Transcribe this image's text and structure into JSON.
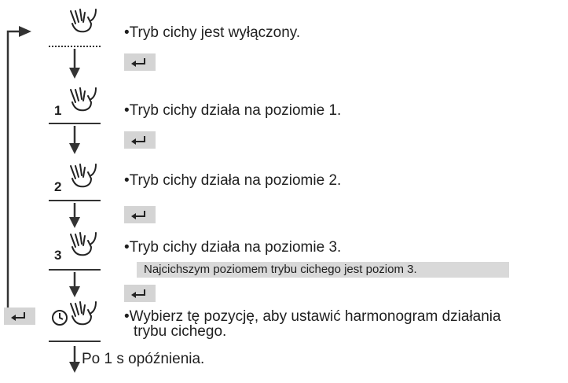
{
  "steps": [
    {
      "text": "Tryb cichy jest wyłączony."
    },
    {
      "text": "Tryb cichy działa na poziomie 1.",
      "level": "1"
    },
    {
      "text": "Tryb cichy działa na poziomie 2.",
      "level": "2"
    },
    {
      "text": "Tryb cichy działa na poziomie 3.",
      "level": "3",
      "note": "Najcichszym poziomem trybu cichego jest poziom 3."
    },
    {
      "text_line1": "Wybierz tę pozycję, aby ustawić harmonogram działania",
      "text_line2": "trybu cichego."
    }
  ],
  "footer": {
    "text": "Po 1 s opóźnienia."
  },
  "bullet": "•",
  "colors": {
    "button_bg": "#d4d4d4",
    "note_bg": "#d9d9d9",
    "ink": "#1f1f1f"
  },
  "icons": [
    "quiet-mode-hand-icon",
    "enter-key-icon",
    "down-arrow-icon",
    "timer-icon"
  ]
}
